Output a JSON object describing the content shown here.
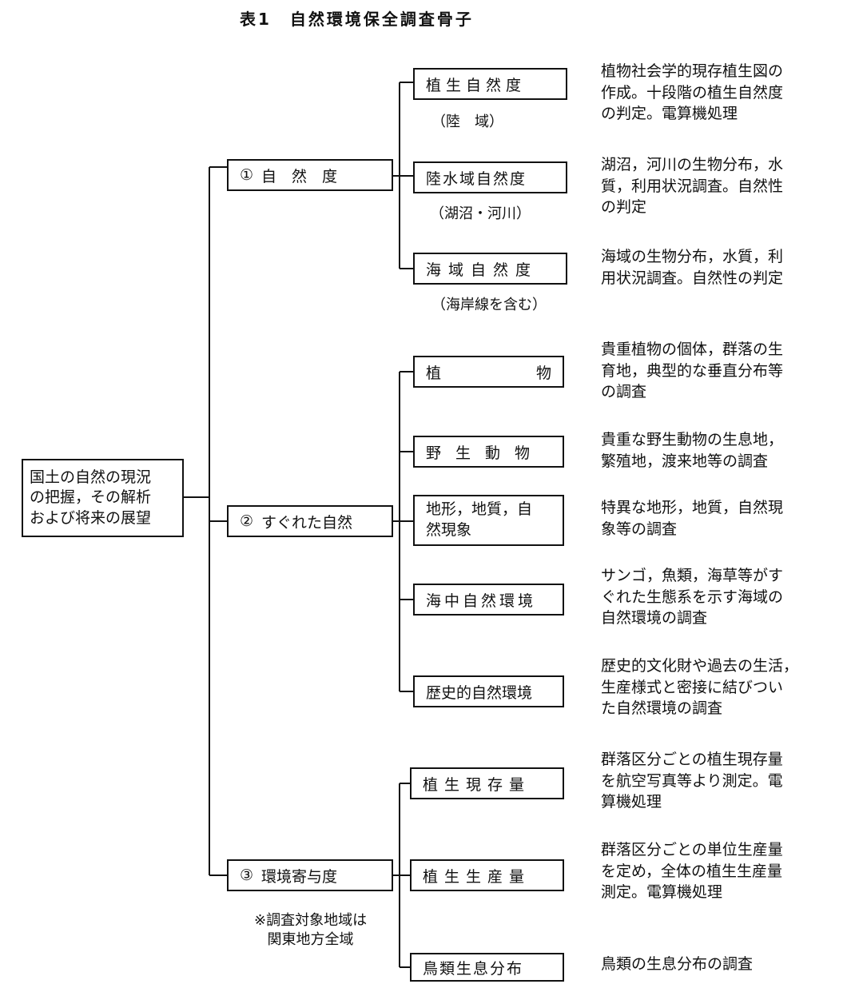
{
  "title": "表1　自然環境保全調査骨子",
  "root": {
    "label": "国土の自然の現況\nの把握，その解析\nおよび将来の展望"
  },
  "categories": [
    {
      "number": "①",
      "label": "自　然　度",
      "items": [
        {
          "label": "植生自然度",
          "sub": "（陸　域）",
          "desc": "植物社会学的現存植生図の\n作成。十段階の植生自然度\nの判定。電算機処理"
        },
        {
          "label": "陸水域自然度",
          "sub": "（湖沼・河川）",
          "desc": "湖沼，河川の生物分布，水\n質，利用状況調査。自然性\nの判定"
        },
        {
          "label": "海域自然度",
          "sub": "（海岸線を含む）",
          "desc": "海域の生物分布，水質，利\n用状況調査。自然性の判定"
        }
      ]
    },
    {
      "number": "②",
      "label": "すぐれた自然",
      "items": [
        {
          "label": "植　物",
          "desc": "貴重植物の個体，群落の生\n育地，典型的な垂直分布等\nの調査"
        },
        {
          "label": "野生動物",
          "desc": "貴重な野生動物の生息地，\n繁殖地，渡来地等の調査"
        },
        {
          "label": "地形，地質，自\n然現象",
          "desc": "特異な地形，地質，自然現\n象等の調査"
        },
        {
          "label": "海中自然環境",
          "desc": "サンゴ，魚類，海草等がす\nぐれた生態系を示す海域の\n自然環境の調査"
        },
        {
          "label": "歴史的自然環境",
          "desc": "歴史的文化財や過去の生活，\n生産様式と密接に結びつい\nた自然環境の調査"
        }
      ]
    },
    {
      "number": "③",
      "label": "環境寄与度",
      "items": [
        {
          "label": "植生現存量",
          "desc": "群落区分ごとの植生現存量\nを航空写真等より測定。電\n算機処理"
        },
        {
          "label": "植生生産量",
          "desc": "群落区分ごとの単位生産量\nを定め，全体の植生生産量\n測定。電算機処理"
        },
        {
          "label": "鳥類生息分布",
          "desc": "鳥類の生息分布の調査"
        }
      ]
    }
  ],
  "note": "※調査対象地域は\n関東地方全域"
}
